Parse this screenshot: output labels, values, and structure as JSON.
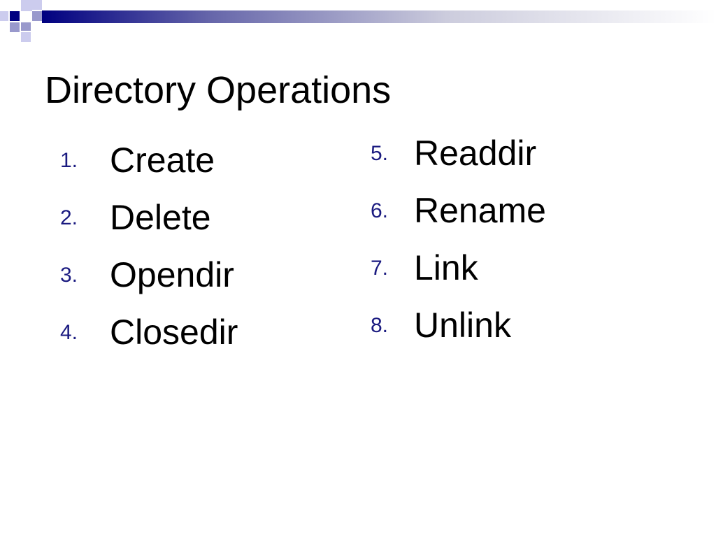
{
  "slide": {
    "title": "Directory Operations",
    "left_list": [
      {
        "number": "1.",
        "label": "Create"
      },
      {
        "number": "2.",
        "label": "Delete"
      },
      {
        "number": "3.",
        "label": "Opendir"
      },
      {
        "number": "4.",
        "label": "Closedir"
      }
    ],
    "right_list": [
      {
        "number": "5.",
        "label": "Readdir"
      },
      {
        "number": "6.",
        "label": "Rename"
      },
      {
        "number": "7.",
        "label": "Link"
      },
      {
        "number": "8.",
        "label": "Unlink"
      }
    ]
  },
  "colors": {
    "accent_dark": "#000080",
    "accent_mid": "#9999cc",
    "accent_light": "#ccccee",
    "number_color": "#1a1a80",
    "text": "#000000",
    "background": "#ffffff"
  },
  "icons": {
    "decoration": "squares-decoration-icon"
  }
}
